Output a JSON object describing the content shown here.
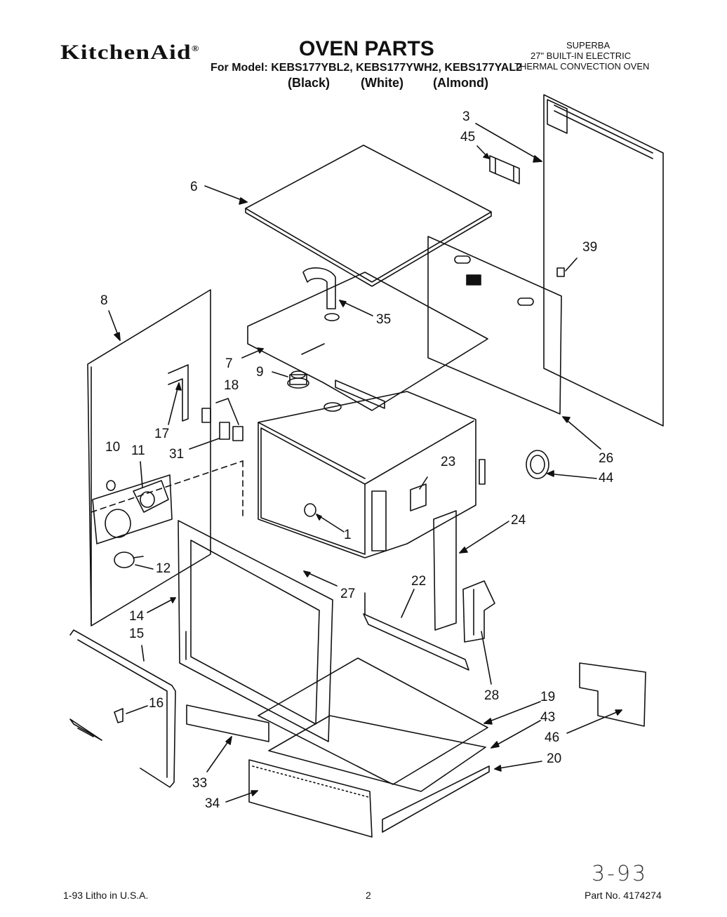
{
  "header": {
    "brand": "KitchenAid",
    "brand_mark": "®",
    "title": "OVEN PARTS",
    "model_line": "For Model: KEBS177YBL2, KEBS177YWH2, KEBS177YAL2",
    "color_black": "(Black)",
    "color_white": "(White)",
    "color_almond": "(Almond)",
    "product_line1": "SUPERBA",
    "product_line2": "27\" BUILT-IN ELECTRIC",
    "product_line3": "THERMAL CONVECTION OVEN"
  },
  "callouts": [
    "3",
    "45",
    "6",
    "39",
    "8",
    "35",
    "7",
    "9",
    "18",
    "17",
    "10",
    "11",
    "31",
    "23",
    "26",
    "44",
    "24",
    "1",
    "12",
    "27",
    "22",
    "14",
    "15",
    "16",
    "28",
    "19",
    "43",
    "46",
    "20",
    "33",
    "34"
  ],
  "footer": {
    "litho": "1-93 Litho in U.S.A.",
    "page": "2",
    "part_no": "Part No. 4174274",
    "handwritten_date": "3-93"
  }
}
